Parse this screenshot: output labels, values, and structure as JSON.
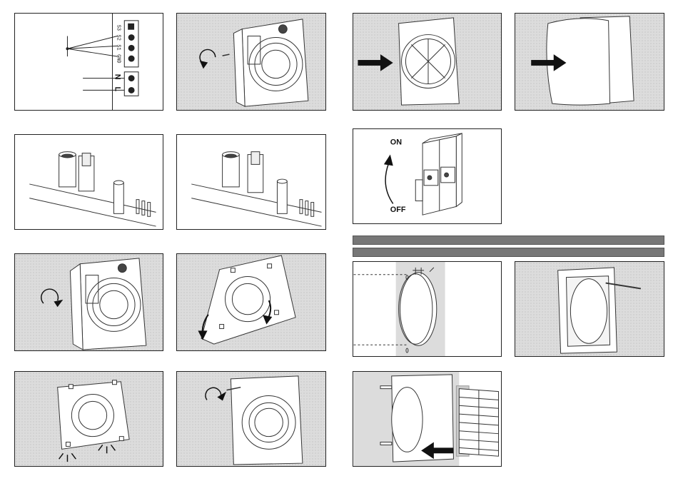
{
  "wiring": {
    "terminals_signal": [
      "S3",
      "S2",
      "S1",
      "GND"
    ],
    "terminals_power": [
      "N",
      "L"
    ]
  },
  "switch": {
    "on_label": "ON",
    "off_label": "OFF"
  },
  "colors": {
    "panel_bg": "#dcdcdc",
    "section_bar": "#777777",
    "line": "#222222"
  }
}
